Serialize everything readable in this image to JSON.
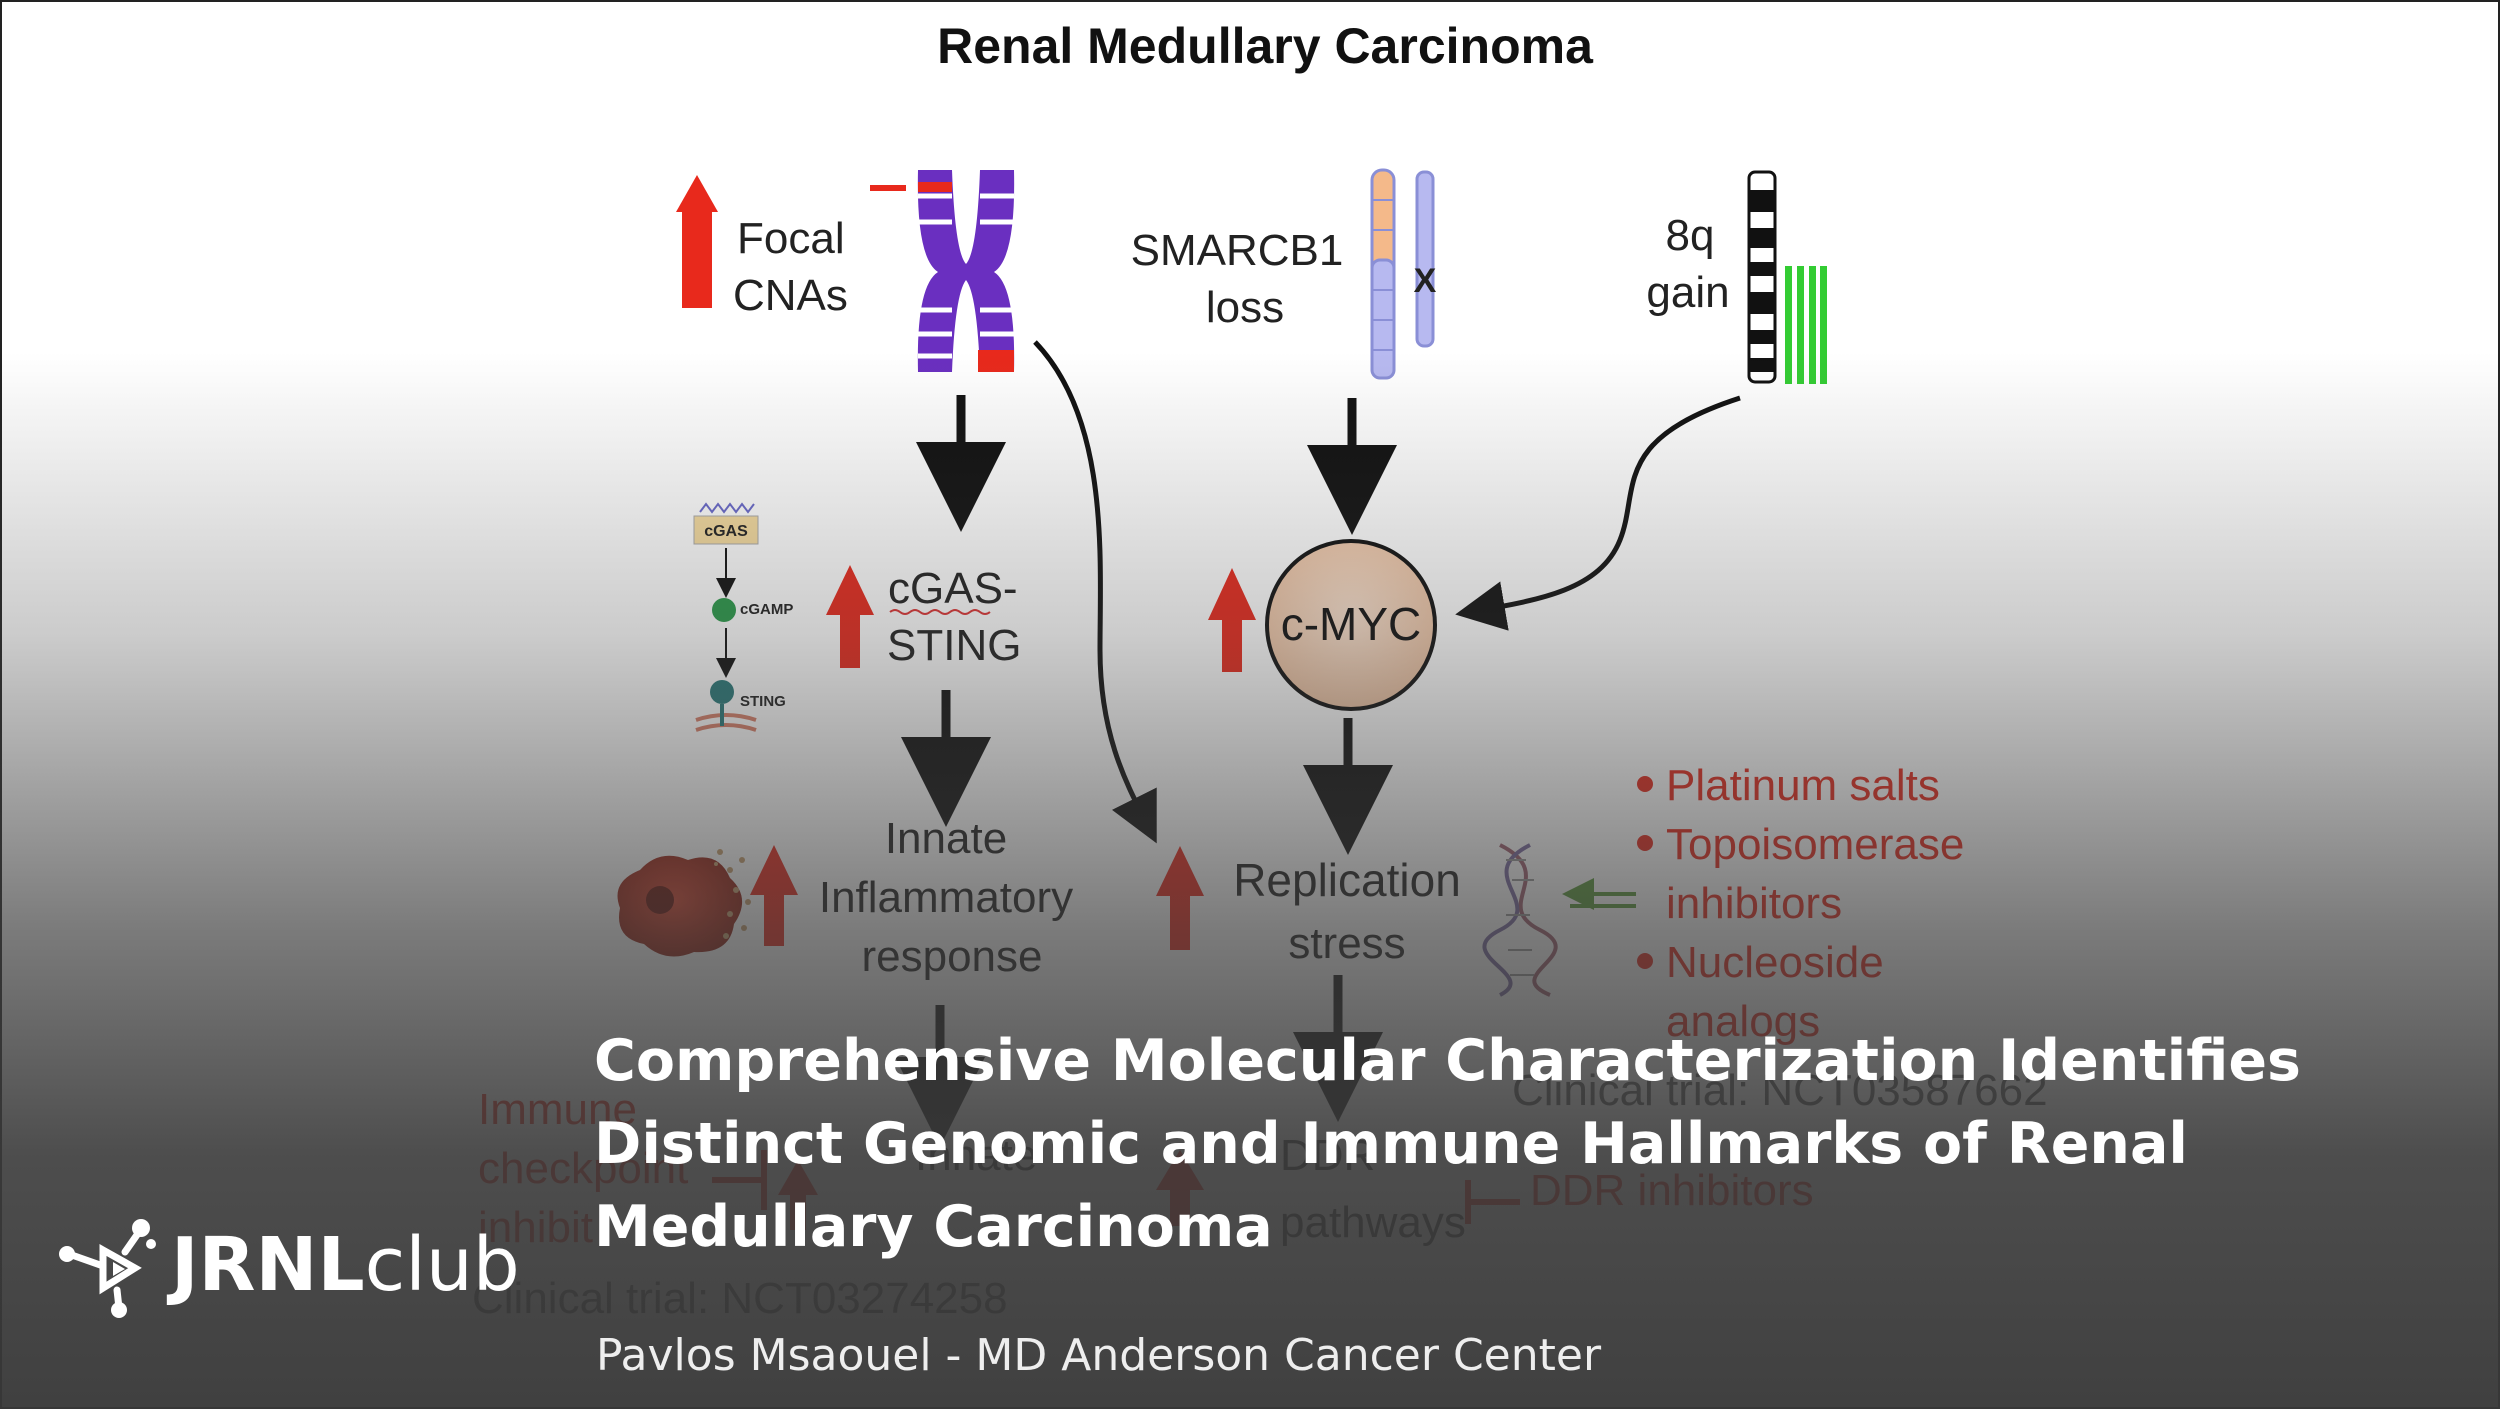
{
  "figure": {
    "title": "Renal Medullary Carcinoma",
    "focal": {
      "line1": "Focal",
      "line2": "CNAs"
    },
    "smarcb1": {
      "line1": "SMARCB1",
      "line2": "loss"
    },
    "gain8q": {
      "line1": "8q",
      "line2": "gain"
    },
    "mini_pathway": {
      "cgas": "cGAS",
      "cgamp": "cGAMP",
      "sting": "STING"
    },
    "cgas_sting": {
      "line1": "cGAS-",
      "line2": "STING"
    },
    "cmyc": "c-MYC",
    "innate": {
      "line1": "Innate",
      "line2": "Inflammatory",
      "line3": "response"
    },
    "replication": {
      "line1": "Replication",
      "line2": "stress"
    },
    "therapies": {
      "item1": "Platinum salts",
      "item2a": "Topoisomerase",
      "item2b": "inhibitors",
      "item3a": "Nucleoside",
      "item3b": "analogs",
      "trial": "Clinical trial: NCT03587662"
    },
    "immune": {
      "line1": "Immune",
      "line2": "checkpoint",
      "line3": "inhibit"
    },
    "innate_bottom": "Innate",
    "ddr": {
      "line1": "DDR",
      "line2": "pathways"
    },
    "ddr_inhibitors": "DDR inhibitors",
    "trial_bottom": "Clinical trial: NCT03274258"
  },
  "headline": "Comprehensive Molecular Characterization Identifies Distinct Genomic and Immune Hallmarks of Renal Medullary Carcinoma",
  "byline": "Pavlos Msaouel - MD Anderson Cancer Center",
  "brand": {
    "strong": "JRNL",
    "light": "club"
  },
  "colors": {
    "red": "#e8291c",
    "purple": "#6a2fc0",
    "green": "#33cc33",
    "peach": "#f3cdb0",
    "overlay": "#3a3a3a"
  }
}
